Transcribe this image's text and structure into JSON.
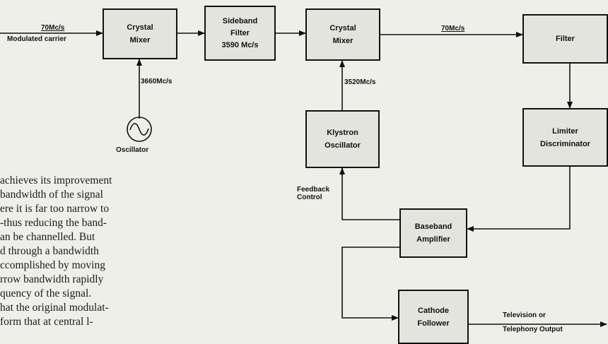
{
  "diagram": {
    "input_freq": "70Mc/s",
    "input_label": "Modulated carrier",
    "mixer1_l1": "Crystal",
    "mixer1_l2": "Mixer",
    "sideband_l1": "Sideband",
    "sideband_l2": "Filter",
    "sideband_l3": "3590 Mc/s",
    "mixer2_l1": "Crystal",
    "mixer2_l2": "Mixer",
    "mid_freq": "70Mc/s",
    "filter": "Filter",
    "osc_freq": "3660Mc/s",
    "oscillator": "Oscillator",
    "klystron_freq": "3520Mc/s",
    "klystron_l1": "Klystron",
    "klystron_l2": "Oscillator",
    "limiter_l1": "Limiter",
    "limiter_l2": "Discriminator",
    "feedback_l1": "Feedback",
    "feedback_l2": "Control",
    "baseband_l1": "Baseband",
    "baseband_l2": "Amplifier",
    "cathode_l1": "Cathode",
    "cathode_l2": "Follower",
    "output_l1": "Television or",
    "output_l2": "Telephony Output"
  },
  "text": {
    "lines": [
      "achieves its improvement",
      "bandwidth of the signal",
      "ere it is far too narrow to",
      "-thus reducing the band-",
      "an be channelled.  But",
      "d through a bandwidth",
      "ccomplished by moving",
      "rrow bandwidth rapidly",
      "quency of the signal.",
      "hat the original modulat-",
      "form that at central l-"
    ]
  }
}
